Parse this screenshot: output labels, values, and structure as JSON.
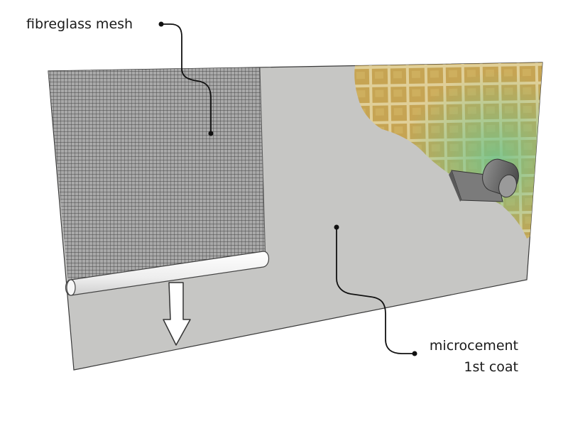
{
  "labels": {
    "mesh": "fibreglass mesh",
    "microcement_line1": "microcement",
    "microcement_line2": "1st coat"
  },
  "colors": {
    "wall_grey": "#c6c6c4",
    "wall_shadow": "#b3b3b1",
    "mesh_grid": "#3a3a3a",
    "tile_base": "#c9a85a",
    "tile_grout": "#e3d3a0",
    "tile_green": "#7fbf8e",
    "trowel_dark": "#555555",
    "roll_white": "#f3f3f3",
    "leader_line": "#111111"
  },
  "icons": {
    "down_arrow": "down-arrow-icon",
    "trowel": "trowel-icon",
    "mesh_roll": "mesh-roll"
  }
}
